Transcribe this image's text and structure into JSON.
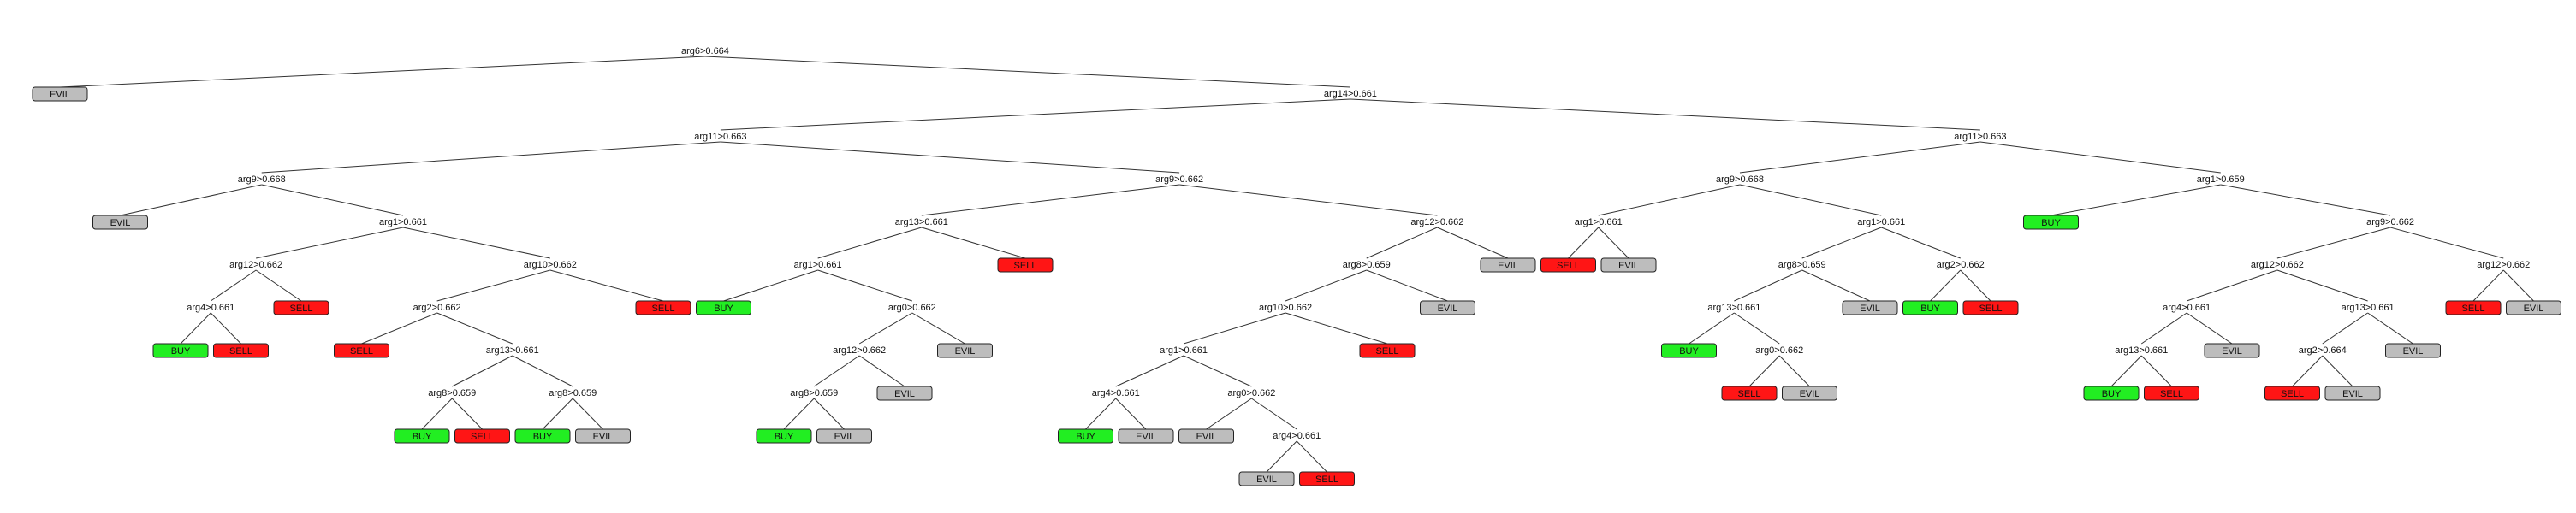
{
  "diagram": {
    "colors": {
      "BUY": "#22ee22",
      "SELL": "#ff1515",
      "EVIL": "#bdbdbd",
      "edge": "#333333",
      "text": "#111111"
    },
    "tree": {
      "label": "arg6>0.664",
      "children": [
        {
          "leaf": "EVIL"
        },
        {
          "label": "arg14>0.661",
          "children": [
            {
              "label": "arg11>0.663",
              "children": [
                {
                  "label": "arg9>0.668",
                  "children": [
                    {
                      "leaf": "EVIL"
                    },
                    {
                      "label": "arg1>0.661",
                      "children": [
                        {
                          "label": "arg12>0.662",
                          "children": [
                            {
                              "label": "arg4>0.661",
                              "children": [
                                {
                                  "leaf": "BUY"
                                },
                                {
                                  "leaf": "SELL"
                                }
                              ]
                            },
                            {
                              "leaf": "SELL"
                            }
                          ]
                        },
                        {
                          "label": "arg10>0.662",
                          "children": [
                            {
                              "label": "arg2>0.662",
                              "children": [
                                {
                                  "leaf": "SELL"
                                },
                                {
                                  "label": "arg13>0.661",
                                  "children": [
                                    {
                                      "label": "arg8>0.659",
                                      "children": [
                                        {
                                          "leaf": "BUY"
                                        },
                                        {
                                          "leaf": "SELL"
                                        }
                                      ]
                                    },
                                    {
                                      "label": "arg8>0.659",
                                      "children": [
                                        {
                                          "leaf": "BUY"
                                        },
                                        {
                                          "leaf": "EVIL"
                                        }
                                      ]
                                    }
                                  ]
                                }
                              ]
                            },
                            {
                              "leaf": "SELL"
                            }
                          ]
                        }
                      ]
                    }
                  ]
                },
                {
                  "label": "arg9>0.662",
                  "children": [
                    {
                      "label": "arg13>0.661",
                      "children": [
                        {
                          "label": "arg1>0.661",
                          "children": [
                            {
                              "leaf": "BUY"
                            },
                            {
                              "label": "arg0>0.662",
                              "children": [
                                {
                                  "label": "arg12>0.662",
                                  "children": [
                                    {
                                      "label": "arg8>0.659",
                                      "children": [
                                        {
                                          "leaf": "BUY"
                                        },
                                        {
                                          "leaf": "EVIL"
                                        }
                                      ]
                                    },
                                    {
                                      "leaf": "EVIL"
                                    }
                                  ]
                                },
                                {
                                  "leaf": "EVIL"
                                }
                              ]
                            }
                          ]
                        },
                        {
                          "leaf": "SELL"
                        }
                      ]
                    },
                    {
                      "label": "arg12>0.662",
                      "children": [
                        {
                          "label": "arg8>0.659",
                          "children": [
                            {
                              "label": "arg10>0.662",
                              "children": [
                                {
                                  "label": "arg1>0.661",
                                  "children": [
                                    {
                                      "label": "arg4>0.661",
                                      "children": [
                                        {
                                          "leaf": "BUY"
                                        },
                                        {
                                          "leaf": "EVIL"
                                        }
                                      ]
                                    },
                                    {
                                      "label": "arg0>0.662",
                                      "children": [
                                        {
                                          "leaf": "EVIL"
                                        },
                                        {
                                          "label": "arg4>0.661",
                                          "children": [
                                            {
                                              "leaf": "EVIL"
                                            },
                                            {
                                              "leaf": "SELL"
                                            }
                                          ]
                                        }
                                      ]
                                    }
                                  ]
                                },
                                {
                                  "leaf": "SELL"
                                }
                              ]
                            },
                            {
                              "leaf": "EVIL"
                            }
                          ]
                        },
                        {
                          "leaf": "EVIL"
                        }
                      ]
                    }
                  ]
                }
              ]
            },
            {
              "label": "arg11>0.663",
              "children": [
                {
                  "label": "arg9>0.668",
                  "children": [
                    {
                      "label": "arg1>0.661",
                      "children": [
                        {
                          "leaf": "SELL"
                        },
                        {
                          "leaf": "EVIL"
                        }
                      ]
                    },
                    {
                      "label": "arg1>0.661",
                      "children": [
                        {
                          "label": "arg8>0.659",
                          "children": [
                            {
                              "label": "arg13>0.661",
                              "children": [
                                {
                                  "leaf": "BUY"
                                },
                                {
                                  "label": "arg0>0.662",
                                  "children": [
                                    {
                                      "leaf": "SELL"
                                    },
                                    {
                                      "leaf": "EVIL"
                                    }
                                  ]
                                }
                              ]
                            },
                            {
                              "leaf": "EVIL"
                            }
                          ]
                        },
                        {
                          "label": "arg2>0.662",
                          "children": [
                            {
                              "leaf": "BUY"
                            },
                            {
                              "leaf": "SELL"
                            }
                          ]
                        }
                      ]
                    }
                  ]
                },
                {
                  "label": "arg1>0.659",
                  "children": [
                    {
                      "leaf": "BUY"
                    },
                    {
                      "label": "arg9>0.662",
                      "children": [
                        {
                          "label": "arg12>0.662",
                          "children": [
                            {
                              "label": "arg4>0.661",
                              "children": [
                                {
                                  "label": "arg13>0.661",
                                  "children": [
                                    {
                                      "leaf": "BUY"
                                    },
                                    {
                                      "leaf": "SELL"
                                    }
                                  ]
                                },
                                {
                                  "leaf": "EVIL"
                                }
                              ]
                            },
                            {
                              "label": "arg13>0.661",
                              "children": [
                                {
                                  "label": "arg2>0.664",
                                  "children": [
                                    {
                                      "leaf": "SELL"
                                    },
                                    {
                                      "leaf": "EVIL"
                                    }
                                  ]
                                },
                                {
                                  "leaf": "EVIL"
                                }
                              ]
                            }
                          ]
                        },
                        {
                          "label": "arg12>0.662",
                          "children": [
                            {
                              "leaf": "SELL"
                            },
                            {
                              "leaf": "EVIL"
                            }
                          ]
                        }
                      ]
                    }
                  ]
                }
              ]
            }
          ]
        }
      ]
    }
  }
}
